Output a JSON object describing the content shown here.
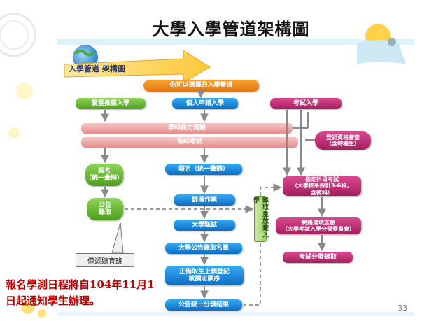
{
  "title": "大學入學管道架構圖",
  "banner_label": "入學管道 架構圖",
  "header_box": "你可以選擇的入學管道",
  "routes": {
    "star": "繁星推薦入學",
    "individual": "個人申請入學",
    "exam": "考試入學"
  },
  "bars": {
    "gsat": "學科能力測驗",
    "skill": "術科考試"
  },
  "side_box": "登記資格審查\n（含特種生）",
  "star_steps": {
    "register": "報名\n（統一彙辦）",
    "announce": "公告\n錄取"
  },
  "individual_steps": [
    "報名（統一彙辦）",
    "篩選作業",
    "大學甄試",
    "大學公告錄取名單",
    "正備取生上網登記\n就讀志願序",
    "公告統一分發結果"
  ],
  "exam_steps": [
    "指定科目考試\n（大學校系採計3-6科，\n含術科）",
    "網路選填志願\n（大學考試入學分發委員會）",
    "考試分發錄取"
  ],
  "vertical_label": "錄取生放棄入學",
  "callout": "僅遞聽育班",
  "note_lines": [
    "報名學測日程將自104年11月1",
    "日起通知學生辦理。"
  ],
  "page_number": "33",
  "colors": {
    "green": "#5aa82a",
    "blue": "#1583d9",
    "magenta": "#c0306f",
    "orange": "#ef8a1c",
    "pink": "#ec9c9c",
    "note_red": "#c00000"
  }
}
